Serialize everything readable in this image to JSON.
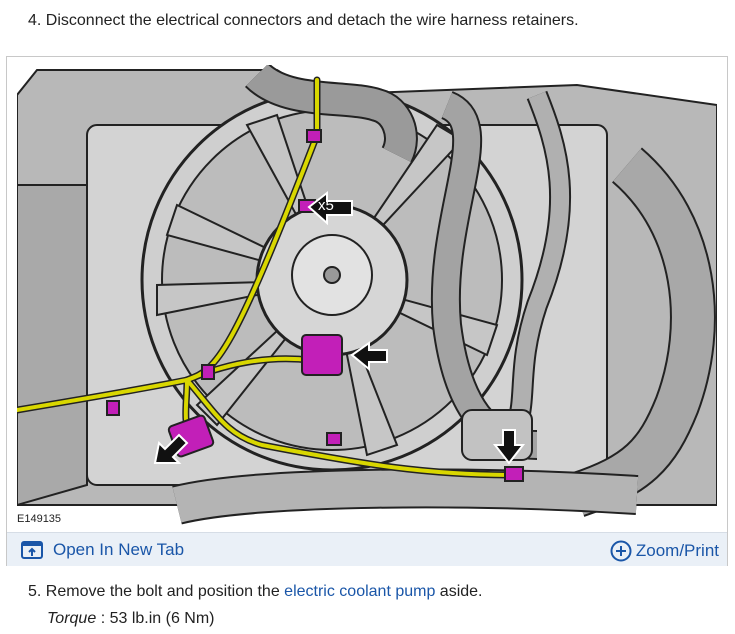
{
  "step4": {
    "text": "4. Disconnect the electrical connectors and detach the wire harness retainers."
  },
  "figure": {
    "id": "E149135",
    "multiplier": "x5",
    "open_tab_label": "Open In New Tab",
    "zoom_label": "Zoom/Print"
  },
  "step5": {
    "prefix": "5. Remove the bolt and position the ",
    "link": "electric coolant pump",
    "suffix": " aside."
  },
  "torque": {
    "label": "Torque",
    "value": ": 53 lb.in (6 Nm)"
  },
  "colors": {
    "link": "#1a56a8",
    "connector": "#c21fb8",
    "harness": "#d9d700",
    "toolbar": "#eaf0f7"
  }
}
